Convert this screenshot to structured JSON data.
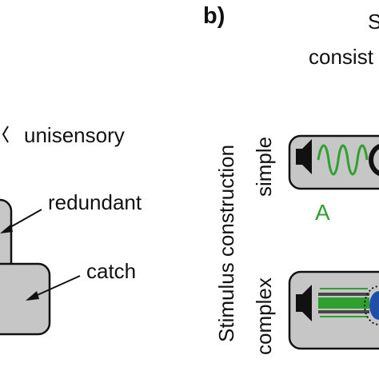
{
  "panel_b": {
    "label": "b)",
    "title_line1": "S",
    "title_line2": "consist"
  },
  "legend": {
    "unisensory": "unisensory",
    "redundant": "redundant",
    "catch": "catch"
  },
  "axis": {
    "group_label": "Stimulus construction",
    "simple": "simple",
    "complex": "complex"
  },
  "modality": {
    "auditory": "A"
  },
  "colors": {
    "box_fill": "#c6c6c6",
    "outline": "#111111",
    "green": "#2ea02e",
    "blue": "#1f4fa8"
  },
  "icons": {
    "speaker": "speaker-icon",
    "wave": "sine-wave-icon",
    "noise": "noise-burst-icon"
  }
}
